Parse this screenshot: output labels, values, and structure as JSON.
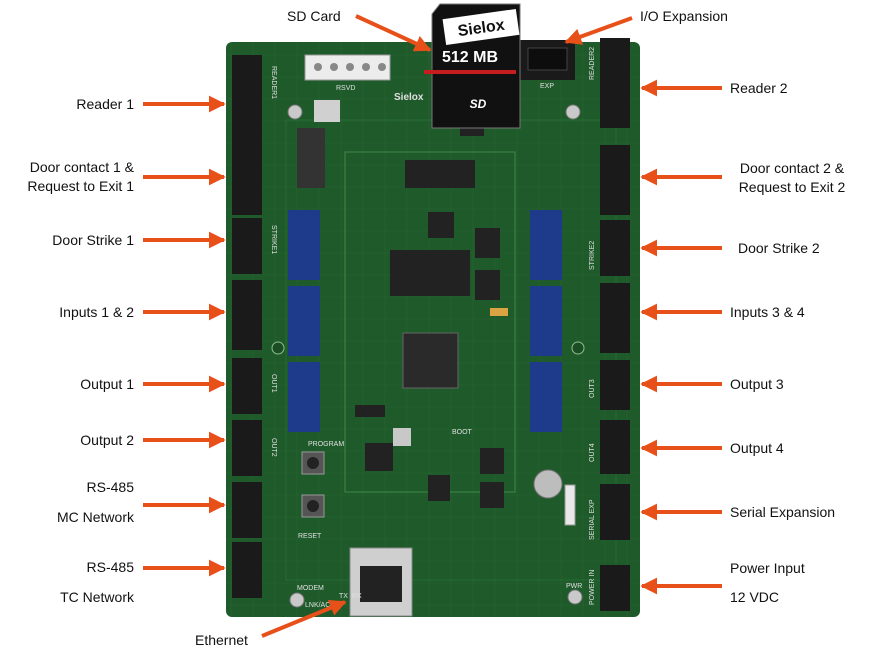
{
  "left_labels": [
    {
      "text": "Reader 1"
    },
    {
      "text": "Door contact 1 &\nRequest to Exit 1"
    },
    {
      "text": "Door Strike 1"
    },
    {
      "text": "Inputs  1 & 2"
    },
    {
      "text": "Output 1"
    },
    {
      "text": "Output 2"
    },
    {
      "text": "RS-485"
    },
    {
      "text": "MC Network"
    },
    {
      "text": "RS-485"
    },
    {
      "text": "TC Network"
    }
  ],
  "right_labels": [
    {
      "text": "Reader 2"
    },
    {
      "text": "Door contact 2 &\nRequest to Exit 2"
    },
    {
      "text": "Door Strike 2"
    },
    {
      "text": "Inputs 3 & 4"
    },
    {
      "text": "Output 3"
    },
    {
      "text": "Output 4"
    },
    {
      "text": "Serial Expansion"
    },
    {
      "text": "Power Input"
    },
    {
      "text": "12 VDC"
    }
  ],
  "top_labels": {
    "sd_card": "SD Card",
    "io_expansion": "I/O Expansion"
  },
  "bottom_label": "Ethernet",
  "sd_card": {
    "brand": "Sielox",
    "capacity": "512 MB",
    "logo": "SD"
  },
  "board_silkscreen": {
    "brand": "Sielox",
    "rsvd": "RSVD",
    "exp": "EXP",
    "reader1": "READER1",
    "reader2": "READER2",
    "strike1": "STRIKE1",
    "strike2": "STRIKE2",
    "out1": "OUT1",
    "out2": "OUT2",
    "out3": "OUT3",
    "out4": "OUT4",
    "program": "PROGRAM",
    "reset": "RESET",
    "boot": "BOOT",
    "modem": "MODEM",
    "lnk_act": "LNK/ACT",
    "tx": "TX",
    "rx": "RX",
    "pwr": "PWR",
    "power_in": "POWER IN",
    "serial_exp": "SERIAL EXP"
  },
  "colors": {
    "arrow": "#e8501a",
    "board": "#1f5a2a",
    "board_dark": "#143d1c",
    "connector": "#1a1a1a",
    "relay": "#1e3a8a"
  }
}
